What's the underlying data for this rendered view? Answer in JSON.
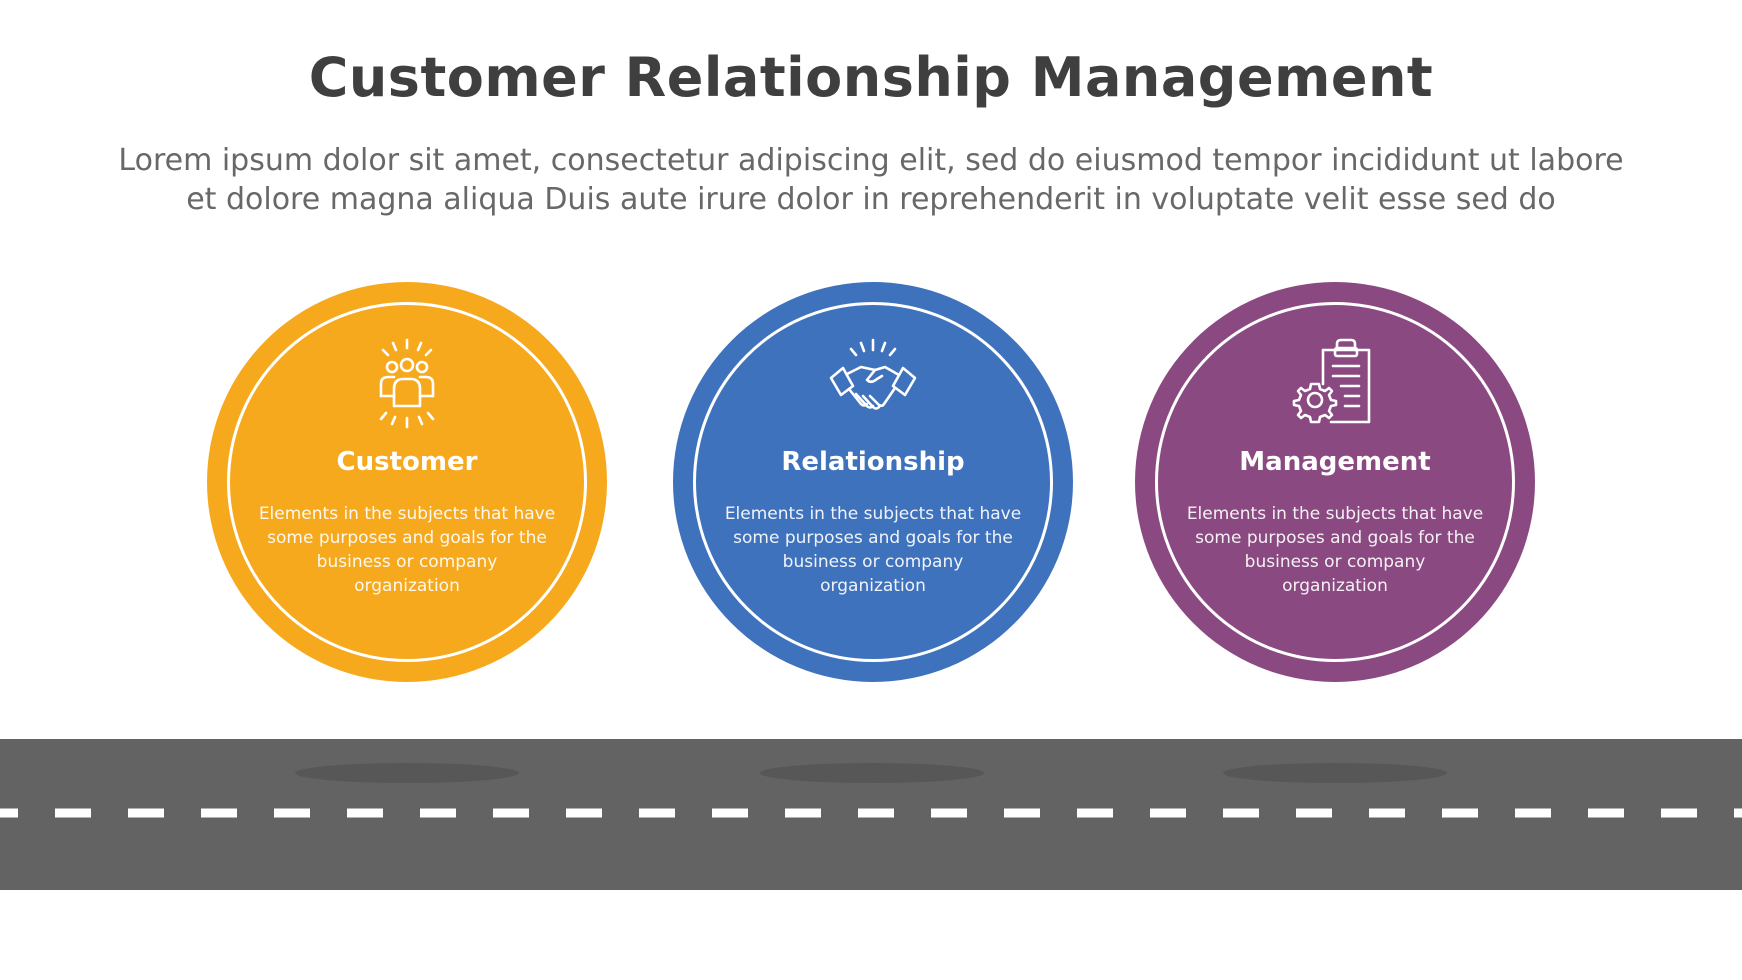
{
  "title": "Customer Relationship Management",
  "subtitle": {
    "line1": "Lorem ipsum dolor sit amet, consectetur adipiscing elit, sed do eiusmod tempor incididunt ut labore",
    "line2": "et dolore magna aliqua Duis aute irure dolor in reprehenderit in voluptate velit esse sed do"
  },
  "items": [
    {
      "heading": "Customer",
      "desc_line1": "Elements in the subjects that have",
      "desc_line2": "some purposes and goals for the",
      "desc_line3": "business or company",
      "desc_line4": "organization",
      "color": "#F7A91E",
      "icon": "people-group-icon"
    },
    {
      "heading": "Relationship",
      "desc_line1": "Elements in the subjects that have",
      "desc_line2": "some purposes and goals for the",
      "desc_line3": "business or company",
      "desc_line4": "organization",
      "color": "#3F72BD",
      "icon": "handshake-icon"
    },
    {
      "heading": "Management",
      "desc_line1": "Elements in the subjects that have",
      "desc_line2": "some purposes and goals for the",
      "desc_line3": "business or company",
      "desc_line4": "organization",
      "color": "#8A4A81",
      "icon": "clipboard-gear-icon"
    }
  ],
  "road_color": "#636363"
}
